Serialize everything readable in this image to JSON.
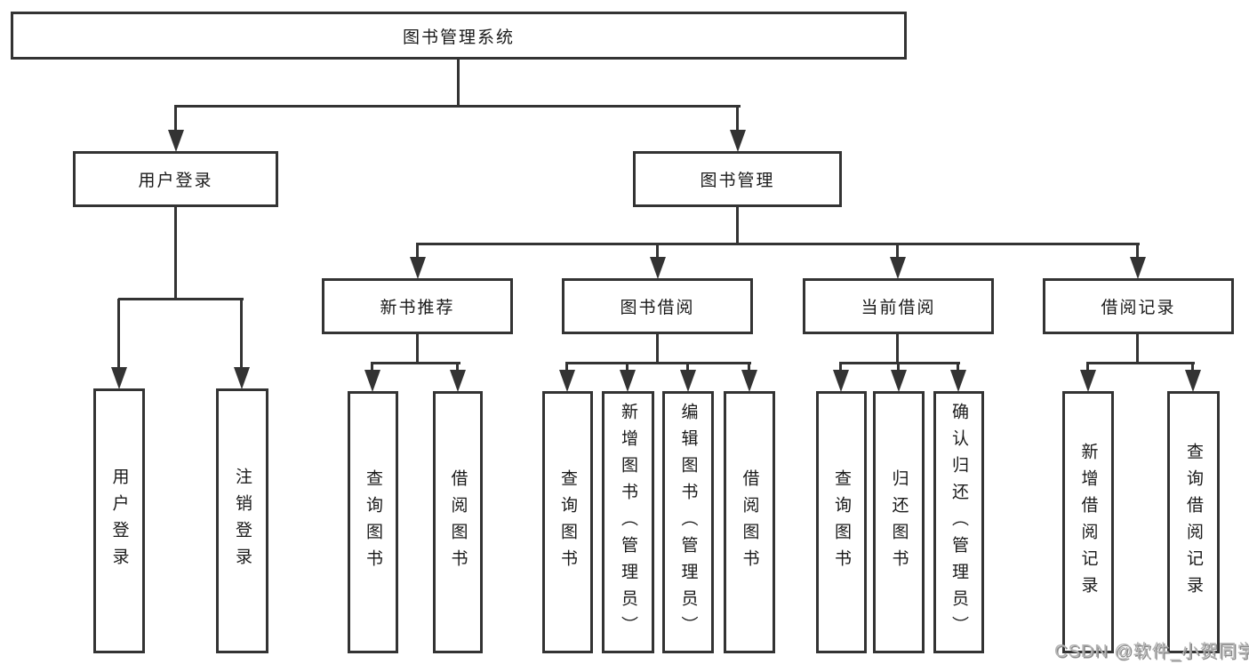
{
  "diagram": {
    "root": {
      "label": "图书管理系统"
    },
    "level2": [
      {
        "label": "用户登录"
      },
      {
        "label": "图书管理"
      }
    ],
    "level3": [
      {
        "label": "新书推荐"
      },
      {
        "label": "图书借阅"
      },
      {
        "label": "当前借阅"
      },
      {
        "label": "借阅记录"
      }
    ],
    "leaves": [
      {
        "label": "用户登录",
        "parent": "用户登录"
      },
      {
        "label": "注销登录",
        "parent": "用户登录"
      },
      {
        "label": "查询图书",
        "parent": "新书推荐"
      },
      {
        "label": "借阅图书",
        "parent": "新书推荐"
      },
      {
        "label": "查询图书",
        "parent": "图书借阅"
      },
      {
        "label": "新增图书（管理员）",
        "parent": "图书借阅"
      },
      {
        "label": "编辑图书（管理员）",
        "parent": "图书借阅"
      },
      {
        "label": "借阅图书",
        "parent": "图书借阅"
      },
      {
        "label": "查询图书",
        "parent": "当前借阅"
      },
      {
        "label": "归还图书",
        "parent": "当前借阅"
      },
      {
        "label": "确认归还（管理员）",
        "parent": "当前借阅"
      },
      {
        "label": "新增借阅记录",
        "parent": "借阅记录"
      },
      {
        "label": "查询借阅记录",
        "parent": "借阅记录"
      }
    ]
  },
  "watermark": {
    "text": "CSDN @软件_小贺同学"
  },
  "colors": {
    "line": "#333333",
    "text": "#1a1a1a",
    "watermark": "#b4b4b4",
    "background": "#ffffff"
  }
}
